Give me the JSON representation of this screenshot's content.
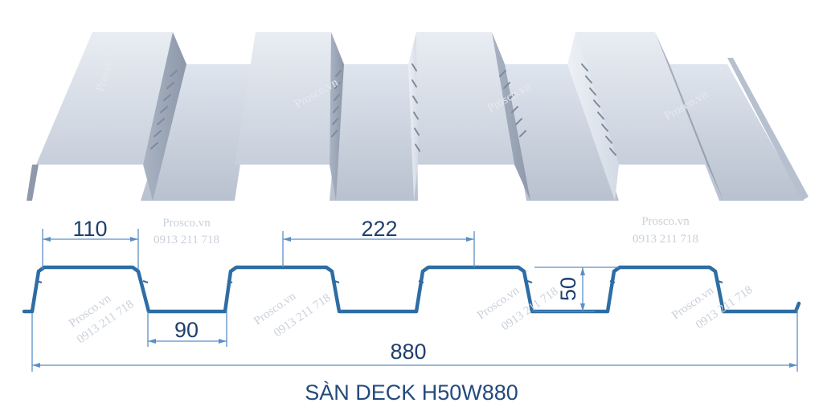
{
  "dimensions": {
    "top_flange": "110",
    "bottom_flange": "90",
    "pitch": "222",
    "height": "50",
    "cover_width": "880"
  },
  "title": "SÀN DECK H50W880",
  "watermark": {
    "brand": "Prosco.vn",
    "phone": "0913 211 718"
  },
  "colors": {
    "profile_line": "#2e6da4",
    "dimension_line": "#5b8fc6",
    "title": "#244a7c",
    "sheet_light": "#d7dde8",
    "sheet_dark": "#9aa5b6"
  }
}
